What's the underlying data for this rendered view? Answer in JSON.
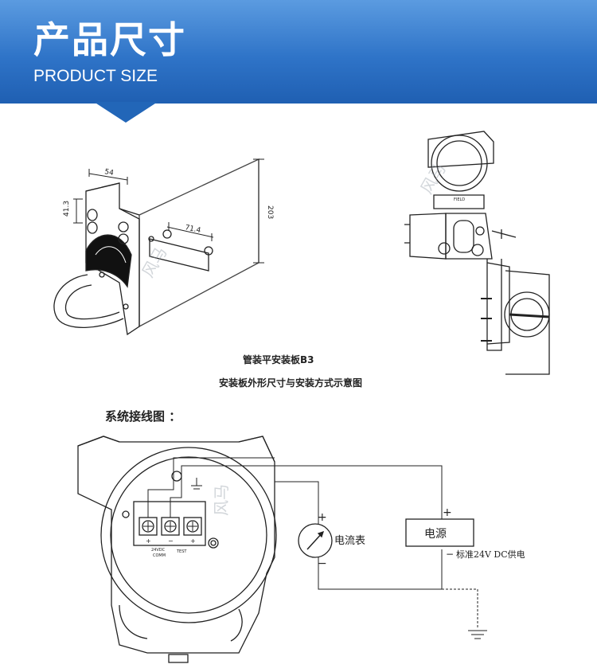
{
  "header": {
    "title_cn": "产品尺寸",
    "title_en": "PRODUCT SIZE",
    "gradient_top": "#5b9be0",
    "gradient_bottom": "#1f5fb2"
  },
  "mounting": {
    "dim_width": "54",
    "dim_hole": "41.3",
    "dim_spacing": "71.4",
    "dim_height": "203",
    "caption_line1": "管装平安装板B3",
    "caption_line2": "安装板外形尺寸与安装方式示意图"
  },
  "transmitter": {
    "field_label": "FIELD"
  },
  "watermark": "风马",
  "wiring": {
    "title": "系统接线图 ：",
    "terminal_24vdc": "24VDC",
    "terminal_comm": "COMM",
    "terminal_test": "TEST",
    "meter_label": "电流表",
    "power_label": "电源",
    "power_note": "标准24V DC供电",
    "plus": "+",
    "minus": "−"
  }
}
